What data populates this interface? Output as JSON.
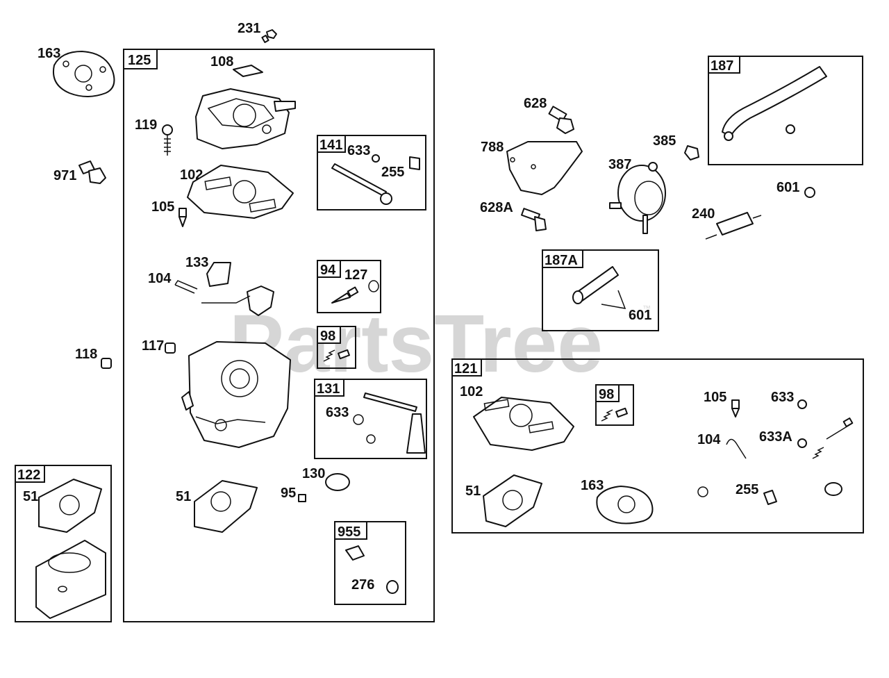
{
  "watermark": {
    "text": "PartsTree",
    "trademark": "™"
  },
  "groups": {
    "g125": "125",
    "g141": "141",
    "g94": "94",
    "g98": "98",
    "g131": "131",
    "g955": "955",
    "g122": "122",
    "g187": "187",
    "g187a": "187A",
    "g121": "121",
    "g121_98": "98"
  },
  "callouts": {
    "c231": "231",
    "c163": "163",
    "c108": "108",
    "c119": "119",
    "c971": "971",
    "c102": "102",
    "c105": "105",
    "c633a": "633",
    "c255a": "255",
    "c133": "133",
    "c104": "104",
    "c127": "127",
    "c117": "117",
    "c118": "118",
    "c633b": "633",
    "c130": "130",
    "c51a": "51",
    "c95": "95",
    "c276": "276",
    "c51b": "51",
    "c628": "628",
    "c788": "788",
    "c385": "385",
    "c387": "387",
    "c628a": "628A",
    "c601a": "601",
    "c240": "240",
    "c601b": "601",
    "c102b": "102",
    "c105b": "105",
    "c633c": "633",
    "c104b": "104",
    "c633d": "633A",
    "c51c": "51",
    "c163b": "163",
    "c255b": "255"
  }
}
